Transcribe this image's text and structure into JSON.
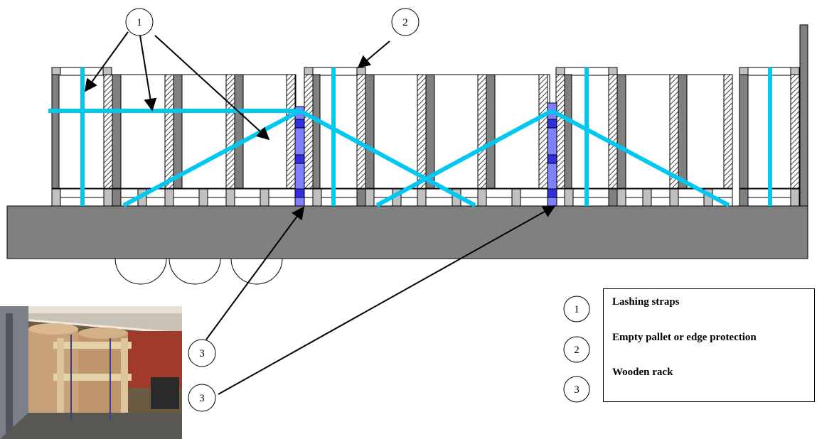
{
  "callouts": [
    {
      "number": "1"
    },
    {
      "number": "2"
    },
    {
      "number": "3"
    },
    {
      "number": "3"
    }
  ],
  "legend": {
    "items": [
      {
        "number": "1",
        "label": "Lashing straps"
      },
      {
        "number": "2",
        "label": "Empty pallet or edge protection"
      },
      {
        "number": "3",
        "label": "Wooden rack"
      }
    ]
  },
  "colors": {
    "strap": "#00c8f0",
    "trailer_bed": "#808080",
    "rack": "#8080ff",
    "rack_dark": "#3030e0",
    "hatch_dark": "#606060",
    "pallet_light": "#c0c0c0"
  },
  "photo": {
    "subject": "photo of loaded paper rolls secured with wooden rack on truck"
  }
}
